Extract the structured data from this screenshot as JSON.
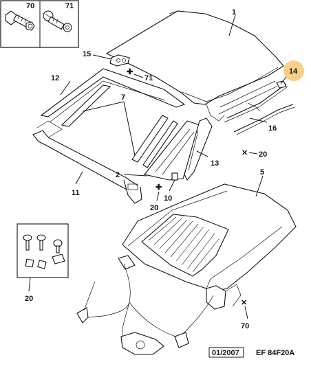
{
  "diagram": {
    "callouts": {
      "c1": "1",
      "c2": "2",
      "c5": "5",
      "c7": "7",
      "c10": "10",
      "c11": "11",
      "c12": "12",
      "c13": "13",
      "c14": "14",
      "c15": "15",
      "c16": "16",
      "c20a": "20",
      "c20b": "20",
      "c20c": "20",
      "c70": "70",
      "c71a": "71",
      "c71b": "71",
      "c70b": "70"
    },
    "highlight_color": "#f7cf87",
    "footer": {
      "date": "01/2007",
      "code": "EF 84F20A"
    }
  }
}
